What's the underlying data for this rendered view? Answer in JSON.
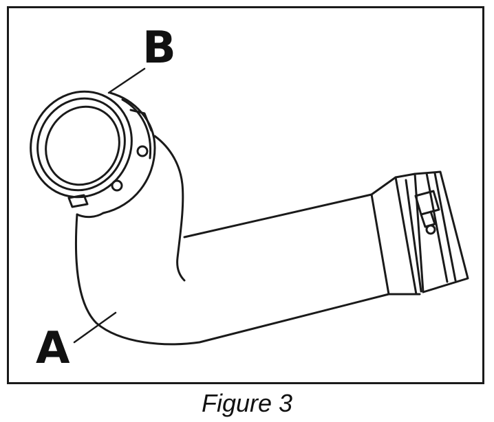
{
  "labels": {
    "a": "A",
    "b": "B"
  },
  "caption": "Figure 3",
  "colors": {
    "line": "#1a1a1a",
    "background": "#ffffff"
  }
}
